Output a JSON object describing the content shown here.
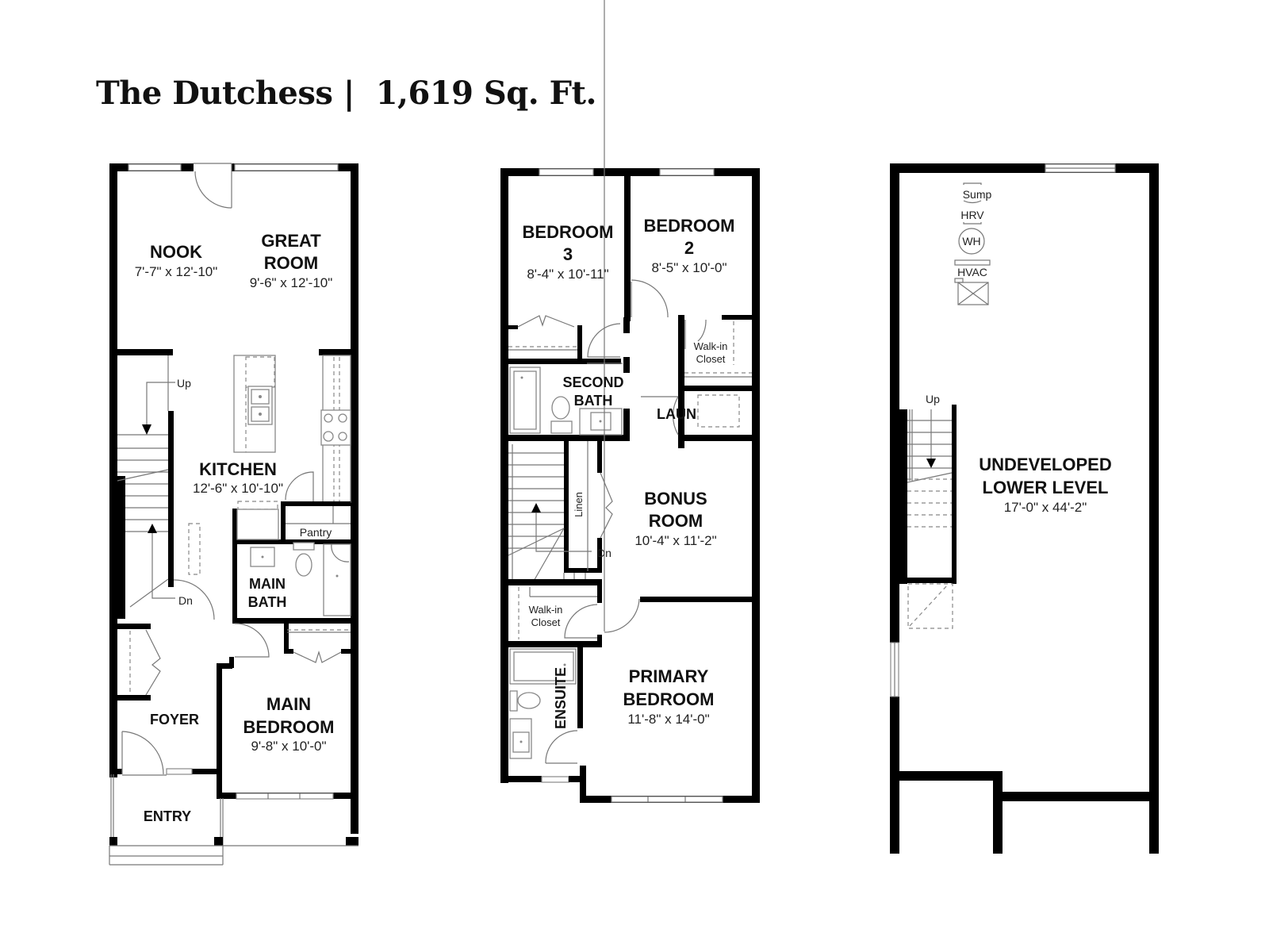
{
  "header": {
    "title": "The Dutchess |  1,619 Sq. Ft."
  },
  "main_floor": {
    "rooms": {
      "nook": {
        "name": "NOOK",
        "dims": "7'-7\" x 12'-10\""
      },
      "great_room": {
        "name_line1": "GREAT",
        "name_line2": "ROOM",
        "dims": "9'-6\" x 12'-10\""
      },
      "kitchen": {
        "name": "KITCHEN",
        "dims": "12'-6\" x 10'-10\""
      },
      "pantry": {
        "name": "Pantry"
      },
      "main_bath": {
        "name_line1": "MAIN",
        "name_line2": "BATH"
      },
      "foyer": {
        "name": "FOYER"
      },
      "main_bedroom": {
        "name_line1": "MAIN",
        "name_line2": "BEDROOM",
        "dims": "9'-8\" x 10'-0\""
      },
      "entry": {
        "name": "ENTRY"
      }
    },
    "stairs": {
      "up": "Up",
      "down": "Dn"
    }
  },
  "upper_floor": {
    "rooms": {
      "bedroom3": {
        "name_line1": "BEDROOM",
        "name_line2": "3",
        "dims": "8'-4\" x 10'-11\""
      },
      "bedroom2": {
        "name_line1": "BEDROOM",
        "name_line2": "2",
        "dims": "8'-5\" x 10'-0\""
      },
      "walkin_closet_1": {
        "line1": "Walk-in",
        "line2": "Closet"
      },
      "second_bath": {
        "name_line1": "SECOND",
        "name_line2": "BATH"
      },
      "laundry": {
        "name": "LAUN"
      },
      "linen": {
        "name": "Linen"
      },
      "bonus_room": {
        "name_line1": "BONUS",
        "name_line2": "ROOM",
        "dims": "10'-4\" x 11'-2\""
      },
      "walkin_closet_2": {
        "line1": "Walk-in",
        "line2": "Closet"
      },
      "ensuite": {
        "name": "ENSUITE"
      },
      "primary_bedroom": {
        "name_line1": "PRIMARY",
        "name_line2": "BEDROOM",
        "dims": "11'-8\" x 14'-0\""
      }
    },
    "stairs": {
      "down": "Dn"
    }
  },
  "lower_floor": {
    "rooms": {
      "undeveloped": {
        "name_line1": "UNDEVELOPED",
        "name_line2": "LOWER LEVEL",
        "dims": "17'-0\" x 44'-2\""
      }
    },
    "mechanical": {
      "sump": "Sump",
      "hrv": "HRV",
      "wh": "WH",
      "hvac": "HVAC"
    },
    "stairs": {
      "up": "Up"
    }
  }
}
